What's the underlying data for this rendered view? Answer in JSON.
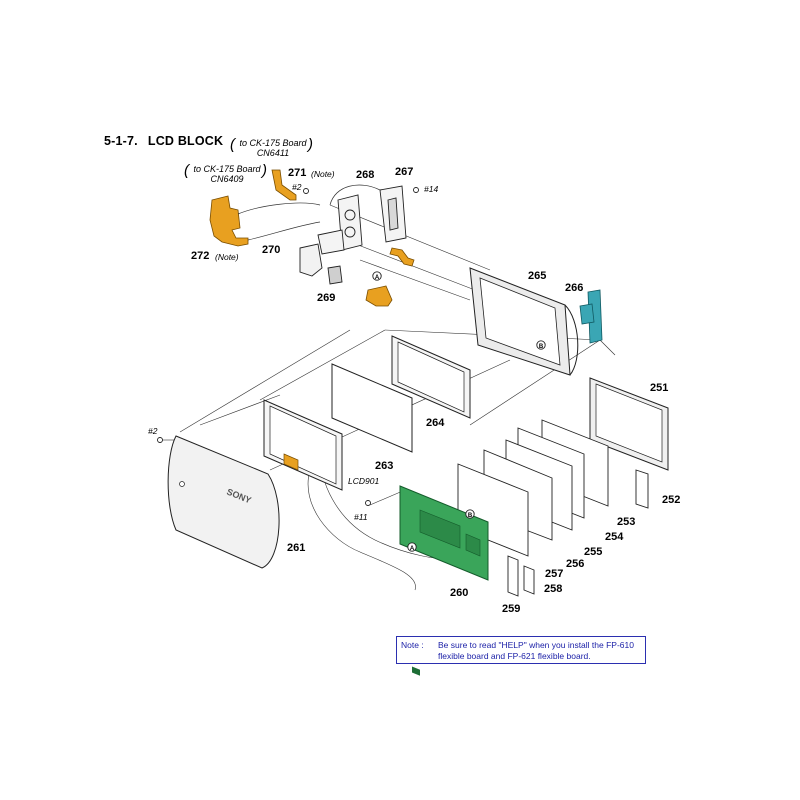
{
  "header": {
    "section_number": "5-1-7.",
    "section_title": "LCD BLOCK"
  },
  "references": {
    "ref_cn6411_line1": "to CK-175 Board",
    "ref_cn6411_line2": "CN6411",
    "ref_cn6409_line1": "to CK-175 Board",
    "ref_cn6409_line2": "CN6409"
  },
  "markers": {
    "a": "A",
    "b": "B"
  },
  "parts": {
    "p251": "251",
    "p252": "252",
    "p253": "253",
    "p254": "254",
    "p255": "255",
    "p256": "256",
    "p257": "257",
    "p258": "258",
    "p259": "259",
    "p260": "260",
    "p261": "261",
    "p263": "263",
    "p264": "264",
    "p265": "265",
    "p266": "266",
    "p267": "267",
    "p268": "268",
    "p269": "269",
    "p270": "270",
    "p271": "271",
    "p272": "272",
    "lcd901": "LCD901"
  },
  "screws": {
    "s2a": "#2",
    "s2b": "#2",
    "s11": "#11",
    "s14": "#14"
  },
  "annotations": {
    "note_271": "(Note)",
    "note_272": "(Note)"
  },
  "brand": {
    "logo_text": "SONY"
  },
  "note": {
    "label": "Note :",
    "body": "Be sure to read \"HELP\" when you install the FP-610 flexible board and FP-621 flexible board."
  },
  "colors": {
    "flex_orange": "#e8a020",
    "board_green": "#3aa55a",
    "part_teal": "#3aa6b4",
    "note_blue": "#1d22a8"
  }
}
